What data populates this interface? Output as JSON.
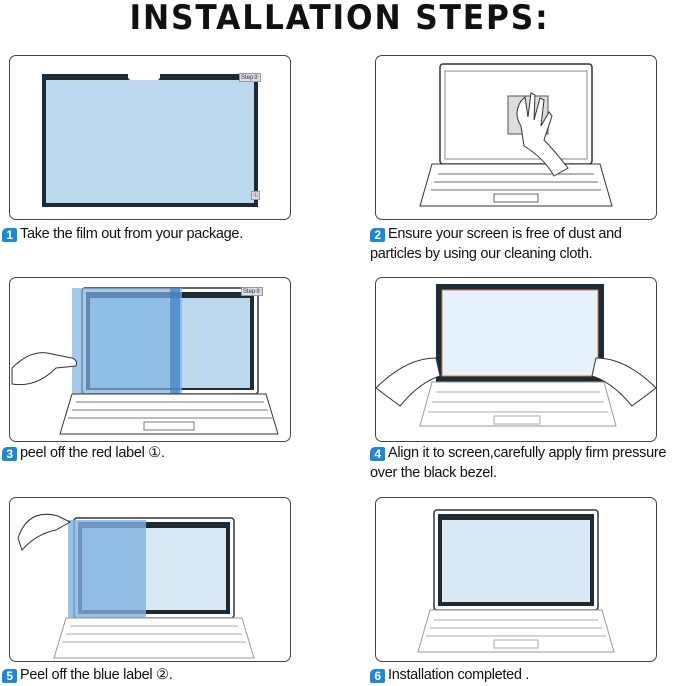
{
  "title": "INSTALLATION STEPS:",
  "film_tag": "Step②",
  "film_tag_small": "①",
  "steps": [
    {
      "number": "1",
      "text": "Take the film out from your package."
    },
    {
      "number": "2",
      "text": "Ensure your screen is free of dust and particles by using our cleaning cloth."
    },
    {
      "number": "3",
      "text": "peel off the red label ①."
    },
    {
      "number": "4",
      "text": "Align it to screen,carefully apply firm pressure over the black bezel."
    },
    {
      "number": "5",
      "text": "Peel off the blue label ②."
    },
    {
      "number": "6",
      "text": "Installation completed ."
    }
  ],
  "colors": {
    "step_badge": "#1e88d8",
    "film": "#bcd9ee",
    "film_blue_label": "#7fb2e3",
    "bezel": "#1c2b36"
  }
}
